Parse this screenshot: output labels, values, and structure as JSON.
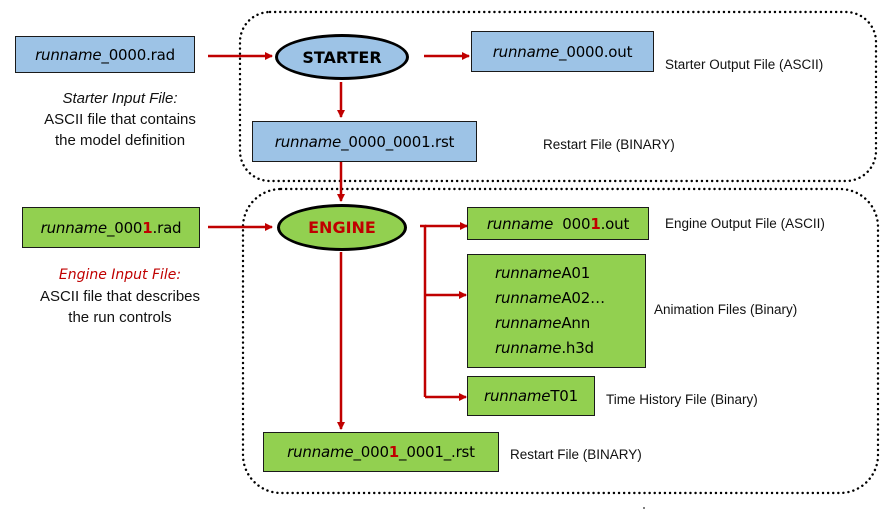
{
  "starter": {
    "input_file": {
      "name_italic": "runname",
      "suffix_pre": "_0000.rad",
      "highlight": "",
      "suffix_post": ""
    },
    "input_desc": {
      "title": "Starter Input File:",
      "line1": "ASCII file that contains",
      "line2": "the model definition"
    },
    "process_label": "STARTER",
    "output_file": {
      "name_italic": "runname",
      "suffix": "_0000.out",
      "label": "Starter Output File (ASCII)"
    },
    "restart_file": {
      "name_italic": "runname",
      "suffix": "_0000_0001.rst",
      "label": "Restart File (BINARY)"
    },
    "color": "#9dc3e6"
  },
  "engine": {
    "input_file": {
      "name_italic": "runname",
      "suffix_pre": "_000",
      "highlight": "1",
      "suffix_post": ".rad"
    },
    "input_desc": {
      "title": "Engine Input File:",
      "line1": "ASCII file that describes",
      "line2": "the run controls"
    },
    "process_label": "ENGINE",
    "output_file": {
      "name_italic": "runname",
      "suffix_pre": "  000",
      "highlight": "1",
      "suffix_post": ".out",
      "label": "Engine Output File (ASCII)"
    },
    "animation_files": {
      "items": [
        {
          "name_italic": "runname",
          "suffix": "A01"
        },
        {
          "name_italic": "runname",
          "suffix": "A02…"
        },
        {
          "name_italic": "runname",
          "suffix": "Ann"
        },
        {
          "name_italic": "runname",
          "suffix": ".h3d"
        }
      ],
      "label": "Animation Files (Binary)"
    },
    "time_history_file": {
      "name_italic": "runname",
      "suffix": "T01",
      "label": "Time History File (Binary)"
    },
    "restart_file": {
      "name_italic": "runname",
      "suffix_pre": "_000",
      "highlight": "1",
      "suffix_post": "_0001_.rst",
      "label": "Restart File (BINARY)"
    },
    "color": "#92d050"
  },
  "colors": {
    "arrow": "#c00000",
    "highlight": "#c00000",
    "border": "#000000"
  }
}
